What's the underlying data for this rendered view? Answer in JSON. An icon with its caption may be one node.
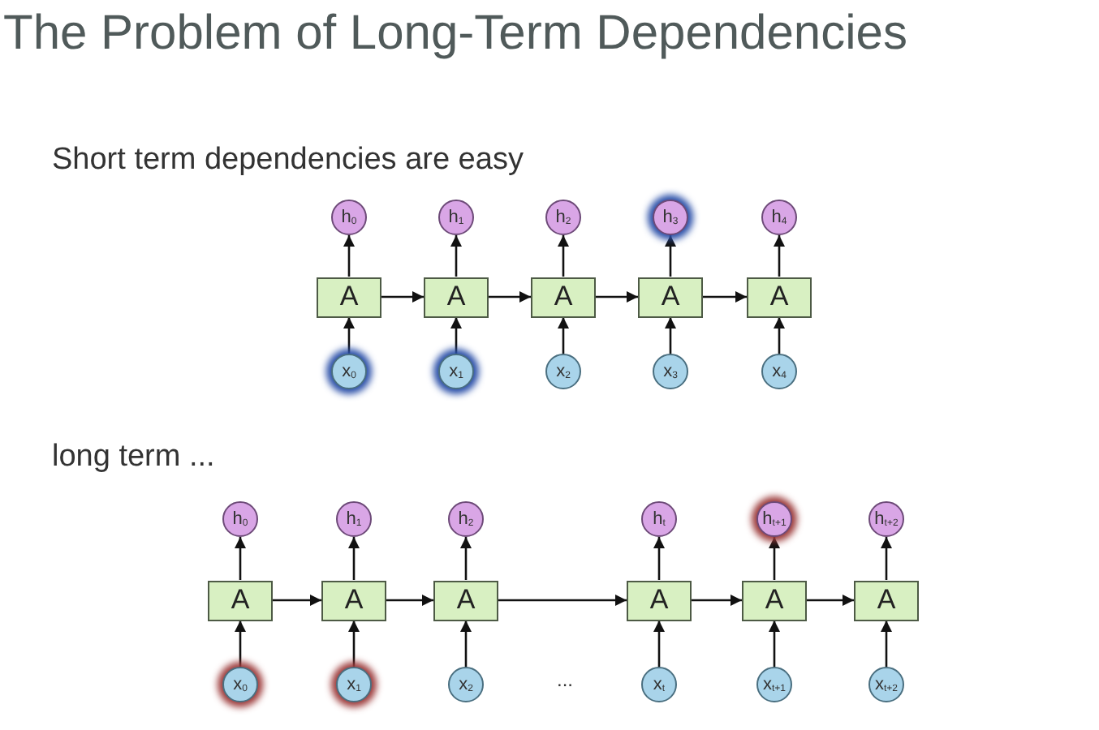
{
  "diagram": {
    "title": "The Problem of Long-Term Dependencies",
    "nodes": [
      {
        "text": [
          "h$_{0}$"
        ]
      },
      {
        "text": [
          "h$_{1}$"
        ]
      },
      {
        "text": [
          "h$_{2}$"
        ]
      },
      {
        "text": [
          "h$_{3}$"
        ]
      },
      {
        "text": [
          "h$_{4}$"
        ]
      },
      {
        "text": [
          "A"
        ]
      },
      {
        "text": [
          "A"
        ]
      },
      {
        "text": [
          "A"
        ]
      },
      {
        "text": [
          "A"
        ]
      },
      {
        "text": [
          "A"
        ]
      },
      {
        "text": [
          "x$_{0}$"
        ]
      },
      {
        "text": [
          "x$_{1}$"
        ]
      },
      {
        "text": [
          "x$_{2}$"
        ]
      },
      {
        "text": [
          "x$_{3}$"
        ]
      },
      {
        "text": [
          "x$_{4}$"
        ]
      },
      {
        "text": [
          "h$_{0}$"
        ]
      },
      {
        "text": [
          "h$_{1}$"
        ]
      },
      {
        "text": [
          "h$_{2}$"
        ]
      },
      {
        "text": [
          "h$_{t}$"
        ]
      },
      {
        "text": [
          "h$_{t+1}$"
        ]
      },
      {
        "text": [
          "h$_{t+2}$"
        ]
      },
      {
        "text": [
          "A"
        ]
      },
      {
        "text": [
          "A"
        ]
      },
      {
        "text": [
          "A"
        ]
      },
      {
        "text": [
          "A"
        ]
      },
      {
        "text": [
          "A"
        ]
      },
      {
        "text": [
          "A"
        ]
      },
      {
        "text": [
          "x$_{0}$"
        ]
      },
      {
        "text": [
          "x$_{1}$"
        ]
      },
      {
        "text": [
          "x$_{2}$"
        ]
      },
      {
        "text": [
          "x$_{t}$"
        ]
      },
      {
        "text": [
          "x$_{t+1}$"
        ]
      },
      {
        "text": [
          "x$_{t+2}$"
        ]
      }
    ],
    "edges": [
      {
        "from": 10,
        "to": 5,
        "arrow": "to"
      },
      {
        "from": 11,
        "to": 6,
        "arrow": "to"
      },
      {
        "from": 12,
        "to": 7,
        "arrow": "to"
      },
      {
        "from": 13,
        "to": 8,
        "arrow": "to"
      },
      {
        "from": 14,
        "to": 9,
        "arrow": "to"
      },
      {
        "from": 5,
        "to": 0,
        "arrow": "to"
      },
      {
        "from": 6,
        "to": 1,
        "arrow": "to"
      },
      {
        "from": 7,
        "to": 2,
        "arrow": "to"
      },
      {
        "from": 8,
        "to": 3,
        "arrow": "to"
      },
      {
        "from": 9,
        "to": 4,
        "arrow": "to"
      },
      {
        "from": 5,
        "to": 6,
        "arrow": "to"
      },
      {
        "from": 6,
        "to": 7,
        "arrow": "to"
      },
      {
        "from": 7,
        "to": 8,
        "arrow": "to"
      },
      {
        "from": 8,
        "to": 9,
        "arrow": "to"
      },
      {
        "from": 27,
        "to": 21,
        "arrow": "to"
      },
      {
        "from": 28,
        "to": 22,
        "arrow": "to"
      },
      {
        "from": 29,
        "to": 23,
        "arrow": "to"
      },
      {
        "from": 30,
        "to": 24,
        "arrow": "to"
      },
      {
        "from": 31,
        "to": 25,
        "arrow": "to"
      },
      {
        "from": 32,
        "to": 26,
        "arrow": "to"
      },
      {
        "from": 21,
        "to": 15,
        "arrow": "to"
      },
      {
        "from": 22,
        "to": 16,
        "arrow": "to"
      },
      {
        "from": 23,
        "to": 17,
        "arrow": "to"
      },
      {
        "from": 24,
        "to": 18,
        "arrow": "to"
      },
      {
        "from": 25,
        "to": 19,
        "arrow": "to"
      },
      {
        "from": 26,
        "to": 20,
        "arrow": "to"
      },
      {
        "from": 21,
        "to": 22,
        "arrow": "to"
      },
      {
        "from": 22,
        "to": 23,
        "arrow": "to"
      },
      {
        "from": 23,
        "to": 24,
        "arrow": "to"
      },
      {
        "from": 24,
        "to": 25,
        "arrow": "to"
      },
      {
        "from": 25,
        "to": 26,
        "arrow": "to"
      }
    ],
    "labels": [
      "Short term dependencies are easy",
      "long term ...",
      "..."
    ]
  }
}
